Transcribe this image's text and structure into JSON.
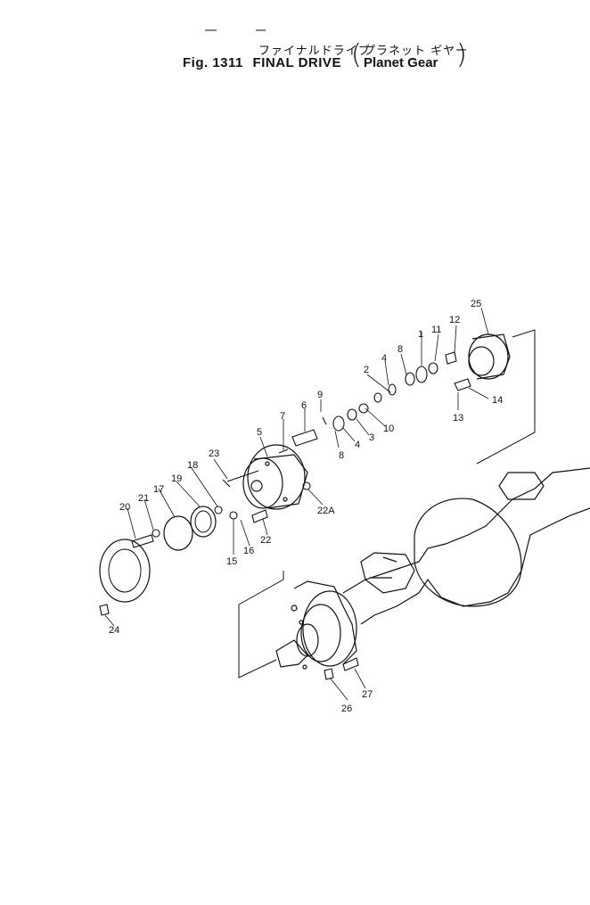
{
  "title": {
    "jp_line": "ファイナルドライブ",
    "jp_right": "プラネット ギヤー",
    "fig": "Fig. 1311",
    "main": "FINAL DRIVE",
    "sub": "Planet Gear"
  },
  "colors": {
    "ink": "#111111",
    "paper": "#ffffff"
  },
  "part_numbers": [
    "25",
    "12",
    "11",
    "1",
    "8",
    "4",
    "2",
    "9",
    "6",
    "7",
    "10",
    "3",
    "4",
    "8",
    "5",
    "23",
    "18",
    "19",
    "17",
    "21",
    "20",
    "22A",
    "22",
    "16",
    "15",
    "13",
    "14",
    "24",
    "27",
    "26"
  ]
}
